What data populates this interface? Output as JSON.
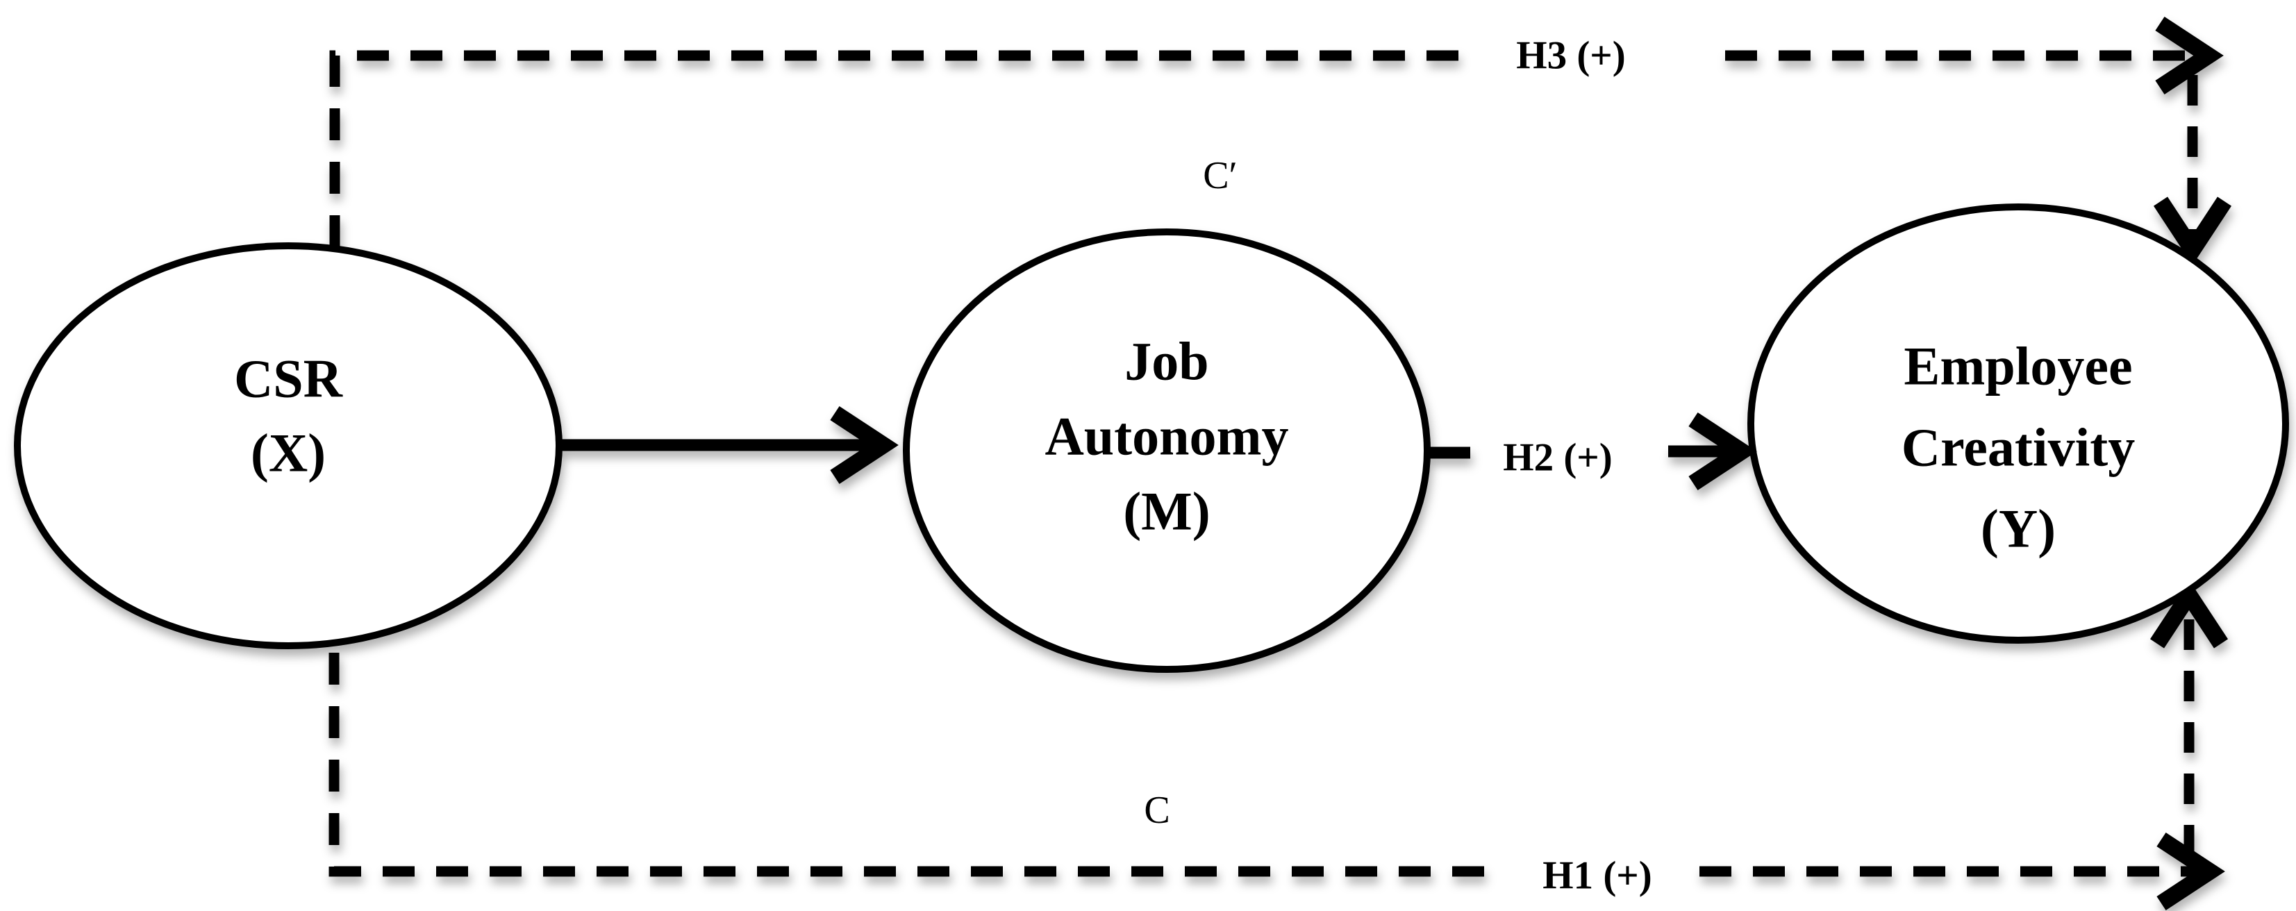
{
  "diagram": {
    "background_color": "#ffffff",
    "line_color": "#000000",
    "nodes": [
      {
        "id": "X",
        "shape": "ellipse",
        "lines": [
          "CSR",
          "(X)"
        ]
      },
      {
        "id": "M",
        "shape": "ellipse",
        "lines": [
          "Job",
          "Autonomy",
          "(M)"
        ]
      },
      {
        "id": "Y",
        "shape": "ellipse",
        "lines": [
          "Employee",
          "Creativity",
          "(Y)"
        ]
      }
    ],
    "labels": {
      "h3": "H3 (+)",
      "c_prime": "C′",
      "h2": "H2 (+)",
      "c": "C",
      "h1": "H1 (+)"
    },
    "edges": [
      {
        "from": "X",
        "to": "M",
        "style": "solid-arrow",
        "label": ""
      },
      {
        "from": "M",
        "to": "Y",
        "style": "solid-arrow",
        "label": "H2 (+)"
      },
      {
        "from": "X",
        "to": "Y",
        "route": "top",
        "style": "dashed-arrow",
        "labels": [
          "H3 (+)",
          "C′"
        ]
      },
      {
        "from": "X",
        "to": "Y",
        "route": "bottom",
        "style": "dashed-arrow",
        "labels": [
          "H1 (+)",
          "C"
        ]
      }
    ]
  }
}
